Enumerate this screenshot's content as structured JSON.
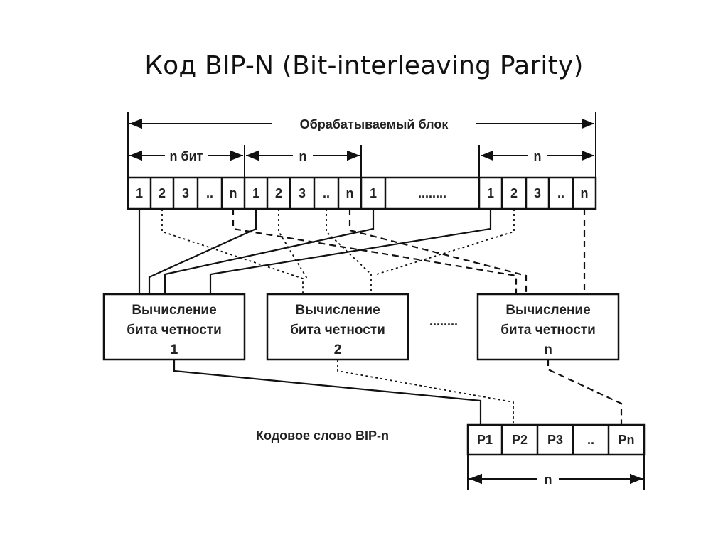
{
  "title": "Код BIP-N (Bit-interleaving Parity)",
  "top_dimension_label": "Обрабатываемый блок",
  "group_labels": [
    "n бит",
    "n",
    "n"
  ],
  "block_cells": [
    "1",
    "2",
    "3",
    "..",
    "n",
    "1",
    "2",
    "3",
    "..",
    "n",
    "1",
    "........",
    "1",
    "2",
    "3",
    "..",
    "n"
  ],
  "parity_boxes": [
    {
      "line1": "Вычисление",
      "line2": "бита четности",
      "line3": "1"
    },
    {
      "line1": "Вычисление",
      "line2": "бита четности",
      "line3": "2"
    },
    {
      "line1": "Вычисление",
      "line2": "бита четности",
      "line3": "n"
    }
  ],
  "between_boxes": "........",
  "codeword_label": "Кодовое слово BIP-n",
  "codeword_cells": [
    "P1",
    "P2",
    "P3",
    "..",
    "Pn"
  ],
  "codeword_dimension": "n"
}
